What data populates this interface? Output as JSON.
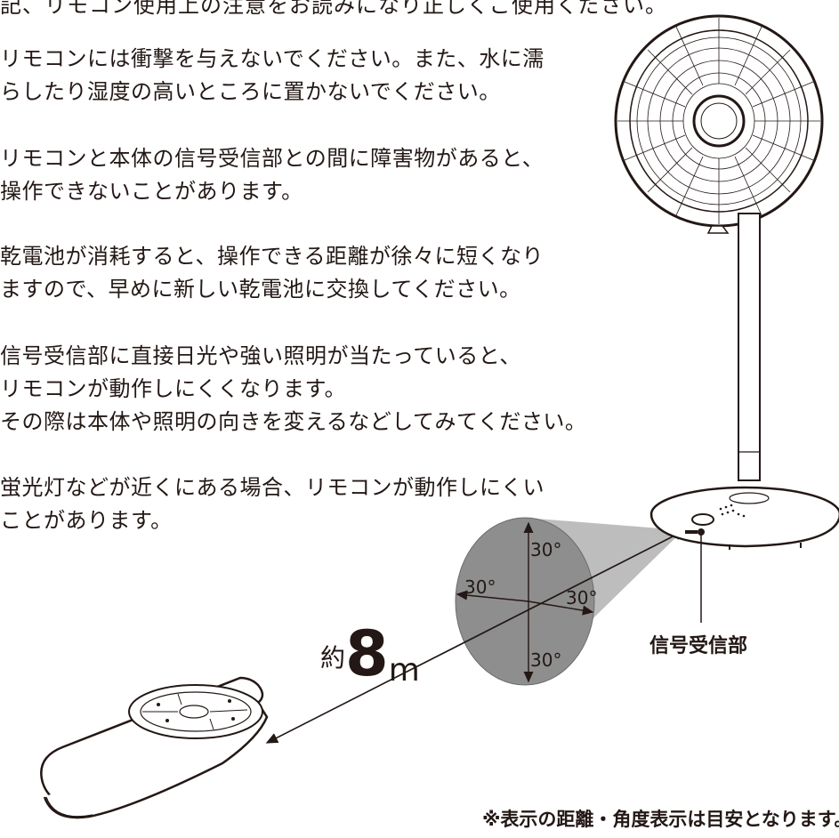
{
  "header_cut": "記、リモコン使用上の注意をお読みになり正しくご使用ください。",
  "notes": [
    [
      "リモコンには衝撃を与えないでください。また、水に濡",
      "らしたり湿度の高いところに置かないでください。"
    ],
    [
      "リモコンと本体の信号受信部との間に障害物があると、",
      "操作できないことがあります。"
    ],
    [
      "乾電池が消耗すると、操作できる距離が徐々に短くなり",
      "ますので、早めに新しい乾電池に交換してください。"
    ],
    [
      "信号受信部に直接日光や強い照明が当たっていると、",
      "リモコンが動作しにくくなります。",
      "その際は本体や照明の向きを変えるなどしてみてください。"
    ],
    [
      "蛍光灯などが近くにある場合、リモコンが動作しにくい",
      "ことがあります。"
    ]
  ],
  "diagram": {
    "angle_top": "30°",
    "angle_left": "30°",
    "angle_right": "30°",
    "angle_bottom": "30°",
    "distance_prefix": "約",
    "distance_value": "8",
    "distance_unit": "m",
    "sensor_label": "信号受信部"
  },
  "footnote": "※表示の距離・角度表示は目安となります。"
}
